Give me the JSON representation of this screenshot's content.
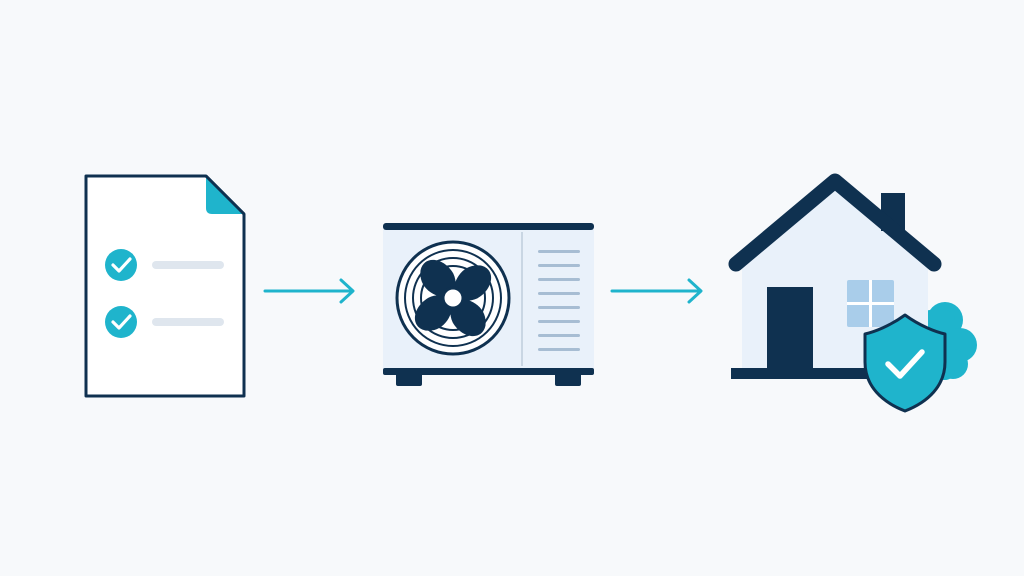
{
  "diagram": {
    "type": "process-flow",
    "direction": "left-to-right",
    "steps": [
      {
        "id": "checklist",
        "icon": "checklist-document-icon",
        "checked_items": 2
      },
      {
        "id": "heat-pump",
        "icon": "heat-pump-outdoor-unit-icon"
      },
      {
        "id": "protected-home",
        "icon": "house-with-shield-icon"
      }
    ],
    "connectors": [
      {
        "from": "checklist",
        "to": "heat-pump",
        "icon": "arrow-right-icon"
      },
      {
        "from": "heat-pump",
        "to": "protected-home",
        "icon": "arrow-right-icon"
      }
    ]
  },
  "colors": {
    "background": "#f7f9fb",
    "navy": "#0f3150",
    "teal": "#1fb4cc",
    "light_fill": "#e9f1fa",
    "white": "#ffffff",
    "line_gray": "#dfe6ee",
    "window_blue": "#a9cdea"
  }
}
